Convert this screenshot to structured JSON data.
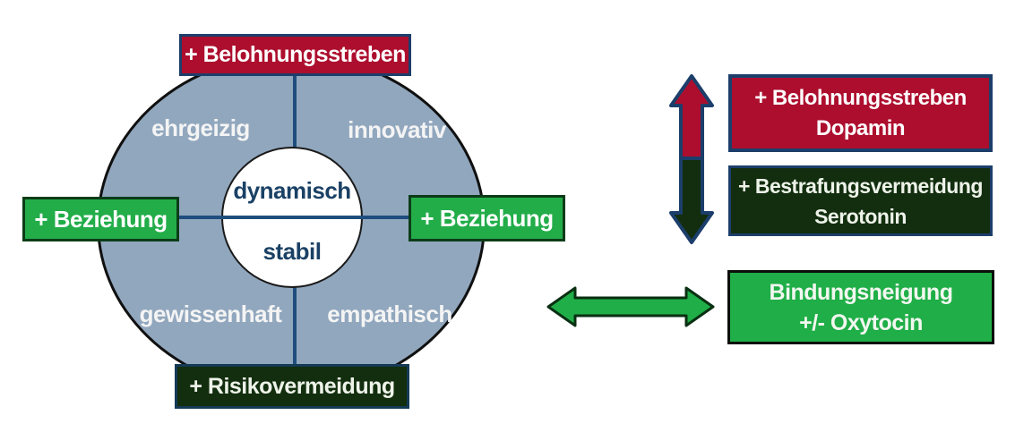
{
  "diagram": {
    "axis_boxes": {
      "top": "+ Belohnungsstreben",
      "bottom": "+ Risikovermeidung",
      "left": "+ Beziehung",
      "right": "+ Beziehung"
    },
    "quadrants": {
      "top_left": "ehrgeizig",
      "top_right": "innovativ",
      "bottom_left": "gewissenhaft",
      "bottom_right": "empathisch"
    },
    "center": {
      "top": "dynamisch",
      "bottom": "stabil"
    }
  },
  "legend": {
    "reward": {
      "line1": "+ Belohnungsstreben",
      "line2": "Dopamin"
    },
    "punishment": {
      "line1": "+ Bestrafungsvermeidung",
      "line2": "Serotonin"
    },
    "bonding": {
      "line1": "Bindungsneigung",
      "line2": "+/- Oxytocin"
    }
  },
  "colors": {
    "crimson": "#ad0e2e",
    "dark_green": "#122e0e",
    "bright_green": "#22ad49",
    "navy_border": "#1c3e6b",
    "axis_line_blue": "#1e4e7d",
    "circle_fill": "#91a7be"
  }
}
